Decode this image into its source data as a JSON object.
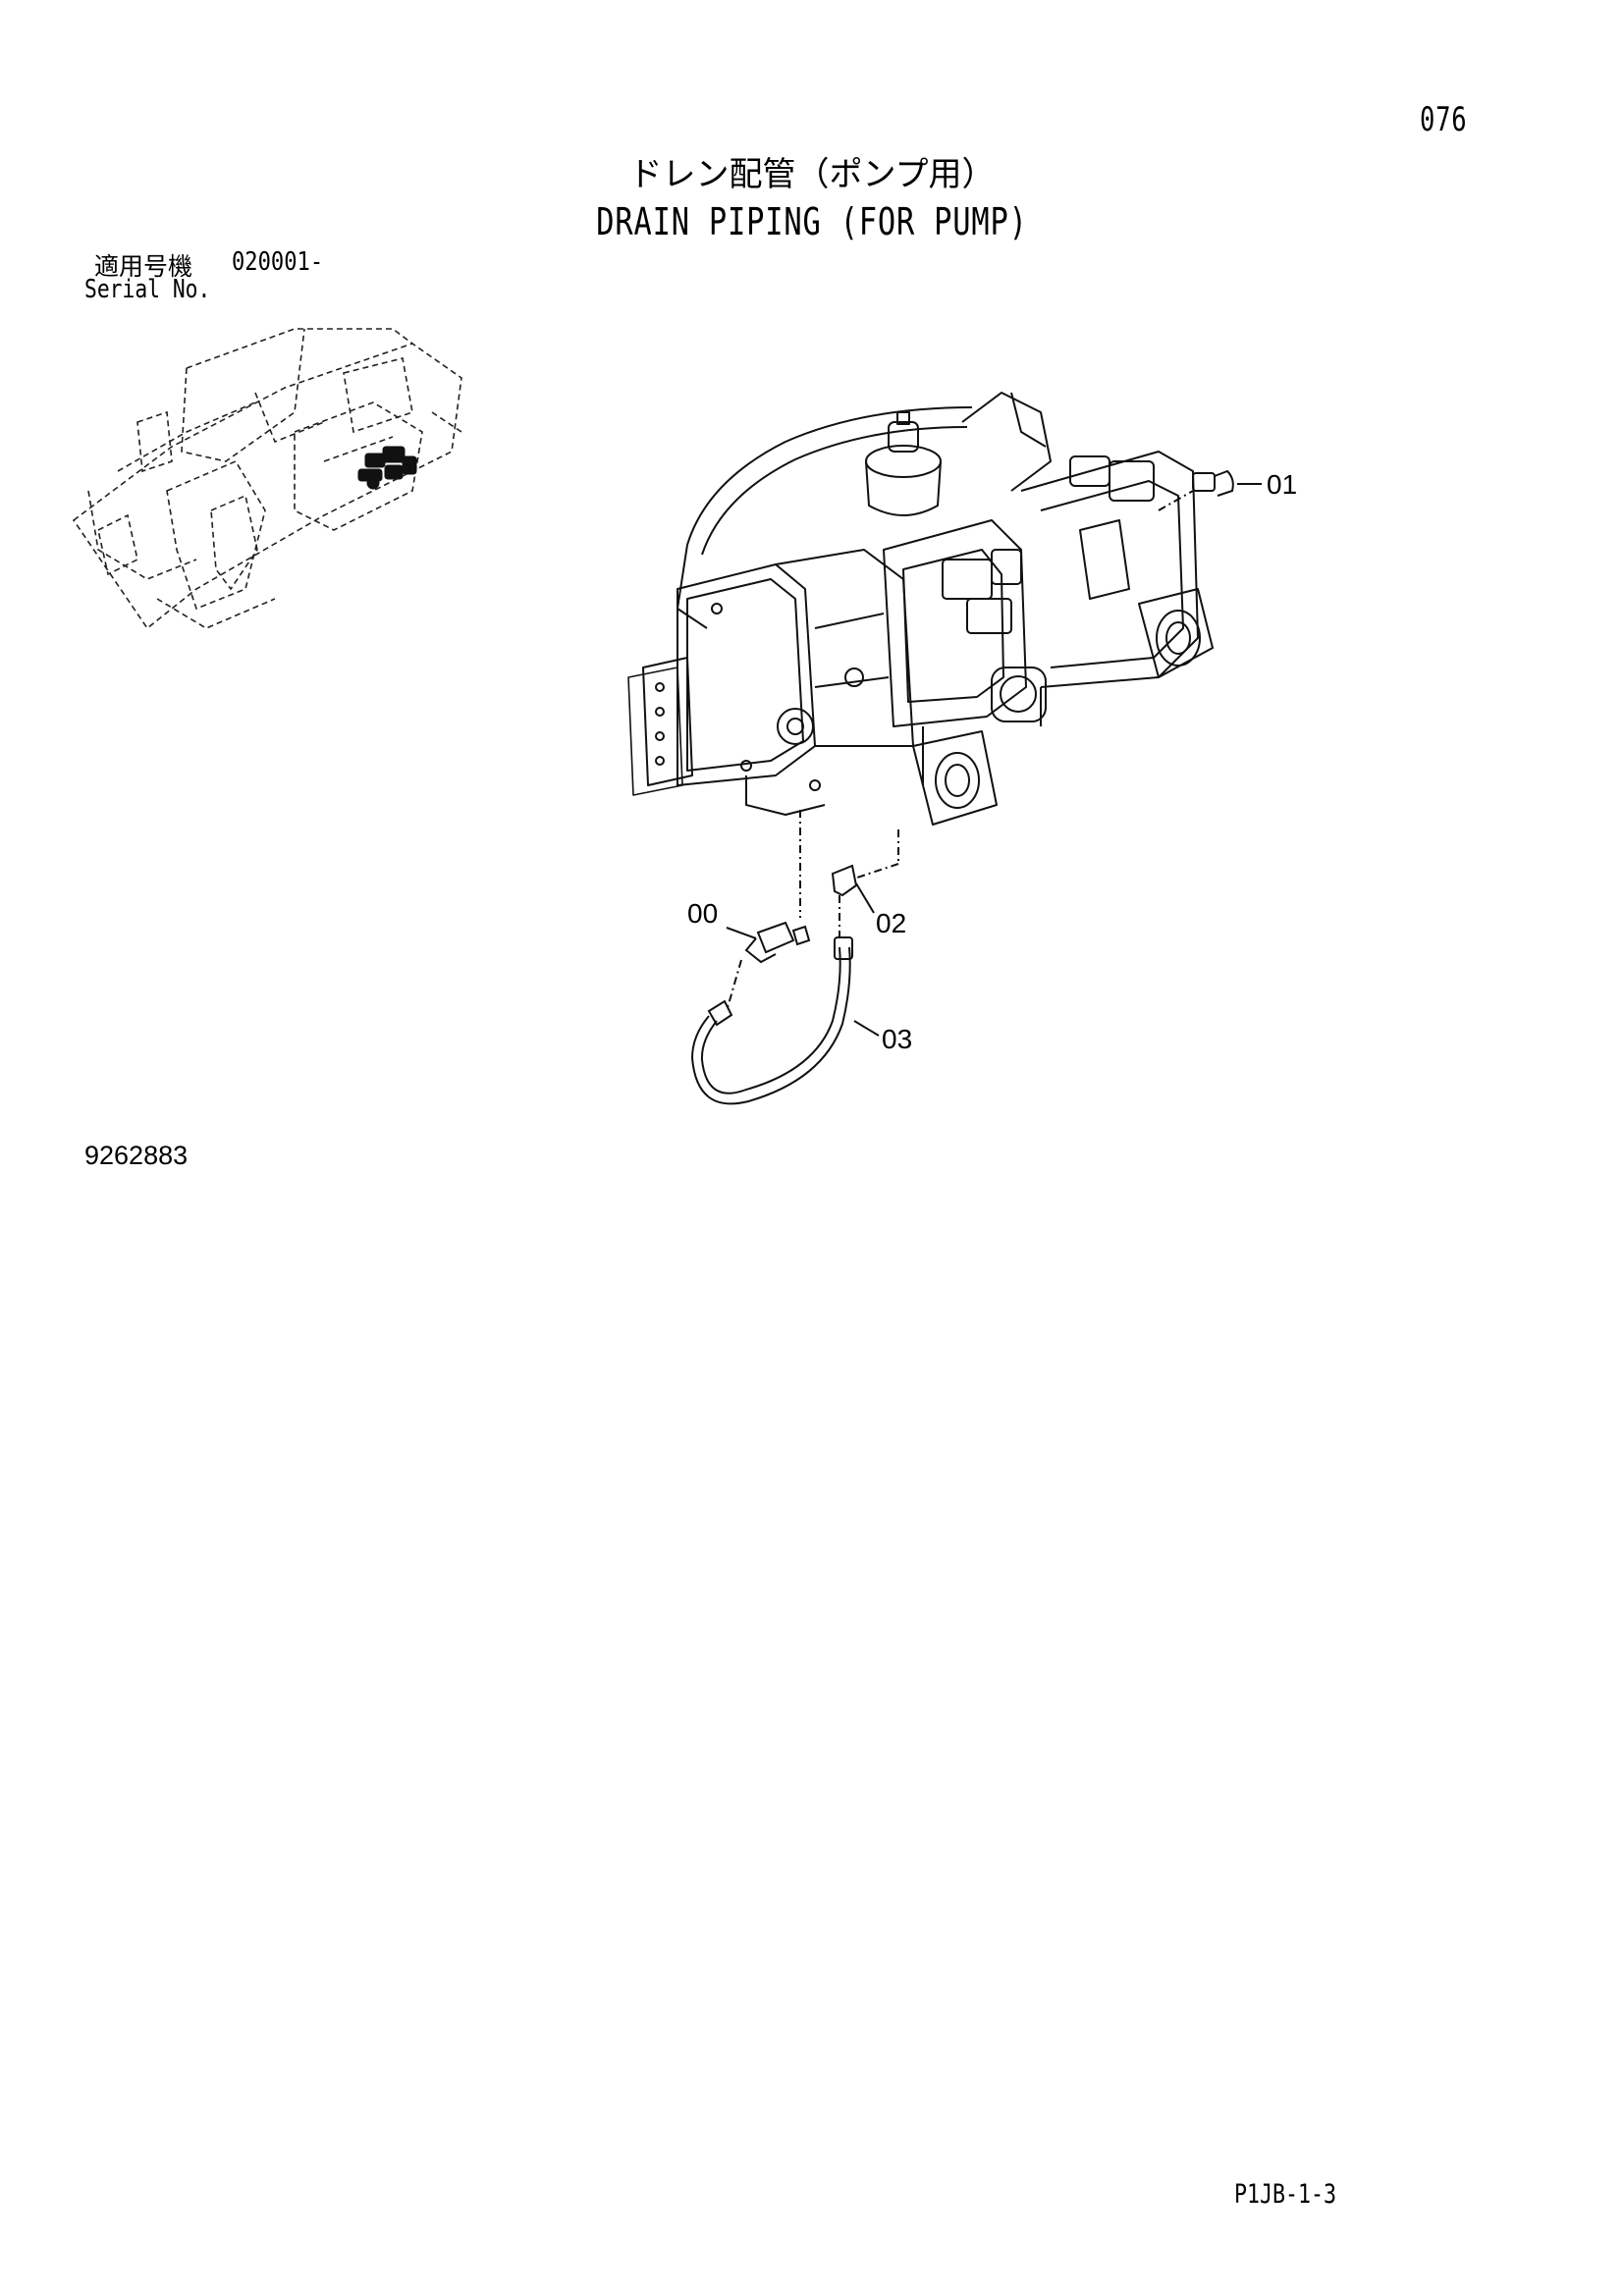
{
  "header": {
    "page_number": "076",
    "title_jp": "ドレン配管（ポンプ用）",
    "title_en": "DRAIN PIPING (FOR PUMP)"
  },
  "serial": {
    "label_jp": "適用号機",
    "value": "020001-",
    "label_en": "Serial No."
  },
  "callouts": [
    "01",
    "00",
    "02",
    "03"
  ],
  "footer": {
    "drawing_number": "9262883",
    "sheet_code": "P1JB-1-3"
  }
}
